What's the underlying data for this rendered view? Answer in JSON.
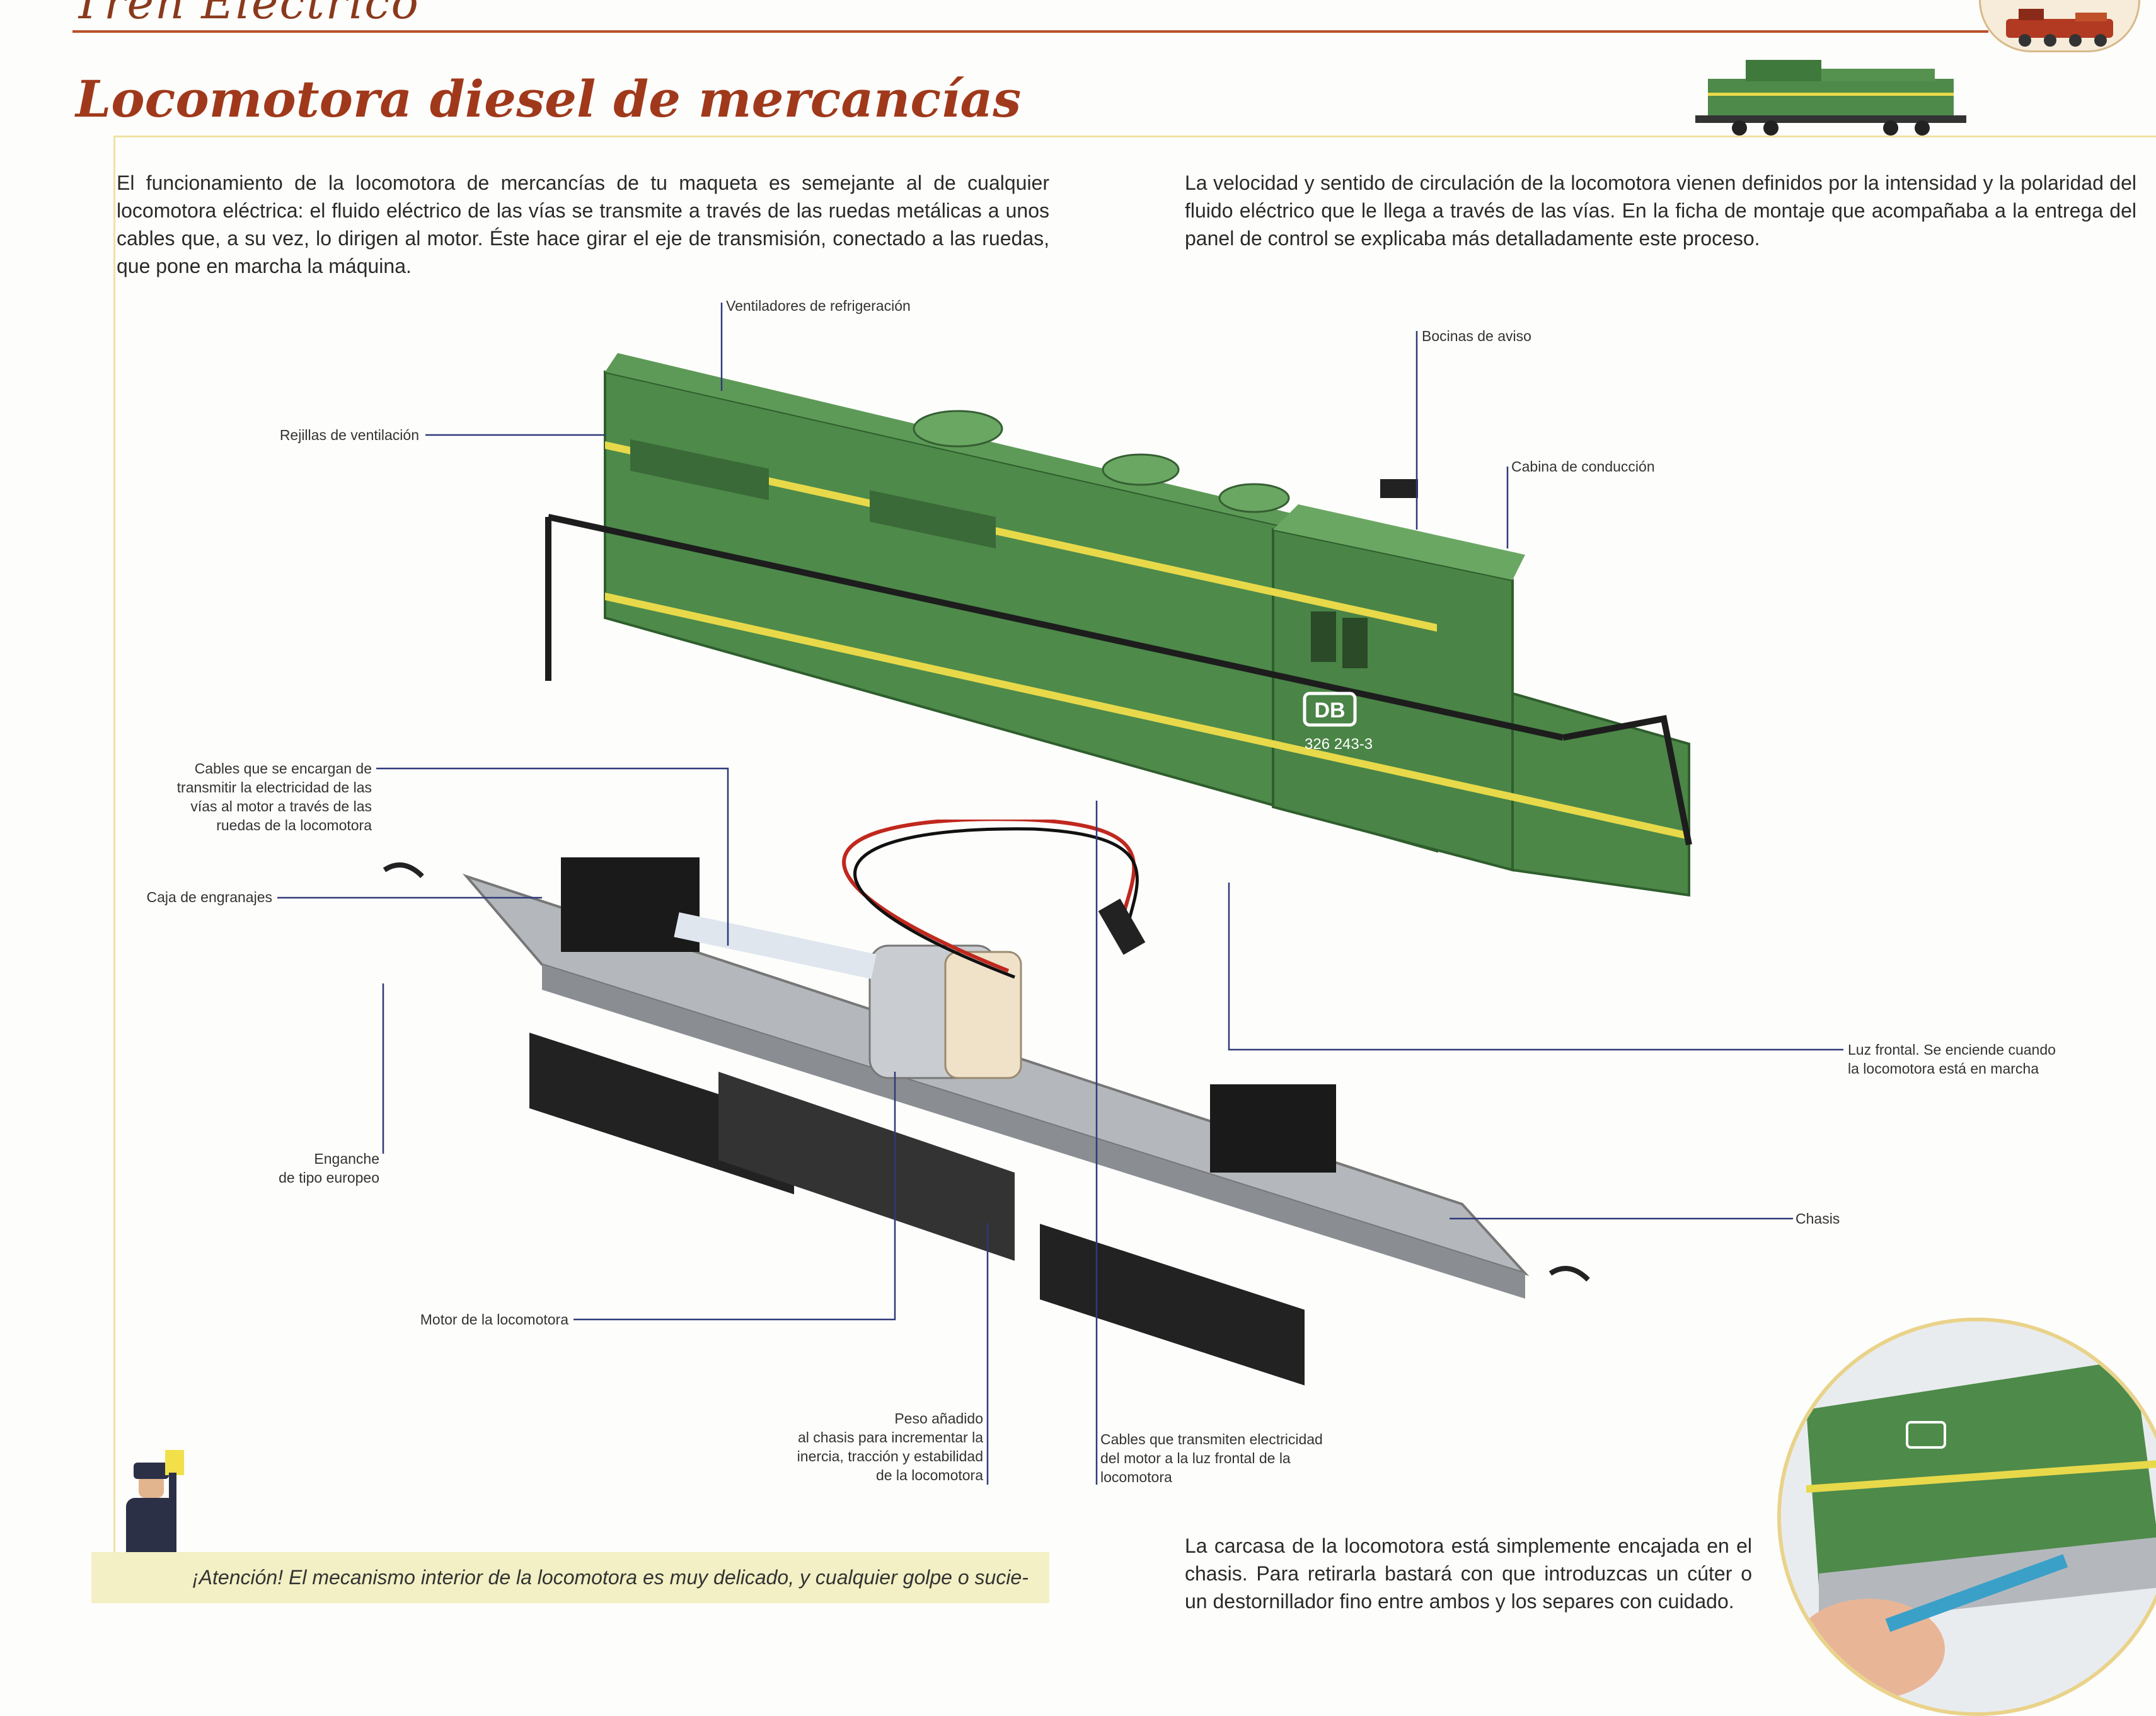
{
  "header": {
    "brand": "Tren Eléctrico",
    "title": "Locomotora diesel de mercancías"
  },
  "intro": {
    "left": "El funcionamiento de la locomotora de mercancías de tu maqueta es semejante al de cualquier locomotora eléctrica: el fluido eléctrico de las vías se transmite a través de las ruedas metálicas a unos cables que, a su vez, lo dirigen al motor. Éste hace girar el eje de transmisión, conectado a las ruedas, que pone en marcha la máquina.",
    "right": "La velocidad y sentido de circulación de la locomotora vienen definidos por la intensidad y la polaridad del fluido eléctrico que le llega a través de las vías. En la ficha de montaje que acompañaba a la entrega del panel de control se explicaba más detalladamente este proceso."
  },
  "labels": {
    "ventiladores": "Ventiladores de refrigeración",
    "rejillas": "Rejillas de ventilación",
    "bocinas": "Bocinas de aviso",
    "cabina": "Cabina de conducción",
    "cables_motor_1": "Cables que se encargan de",
    "cables_motor_2": "transmitir la electricidad de las",
    "cables_motor_3": "vías al motor a través de las",
    "cables_motor_4": "ruedas de la locomotora",
    "caja": "Caja de engranajes",
    "luz_1": "Luz frontal. Se enciende cuando",
    "luz_2": "la locomotora está en marcha",
    "enganche_1": "Enganche",
    "enganche_2": "de tipo europeo",
    "chasis": "Chasis",
    "motor": "Motor de la locomotora",
    "peso_1": "Peso añadido",
    "peso_2": "al chasis para incrementar la",
    "peso_3": "inercia, tracción y estabilidad",
    "peso_4": "de la locomotora",
    "cables_luz_1": "Cables que transmiten electricidad",
    "cables_luz_2": "del motor a la luz frontal de la",
    "cables_luz_3": "locomotora"
  },
  "loco_marking": {
    "logo": "DB",
    "number": "326 243-3"
  },
  "footer": {
    "attention": "¡Atención! El mecanismo interior de la locomotora es muy delicado, y cualquier golpe o sucie-",
    "carcasa": "La carcasa de la locomotora está simplemente encajada en el chasis. Para retirarla bastará con que introduzcas un cúter o un destornillador fino entre ambos y los separes con cuidado."
  },
  "colors": {
    "accent": "#a0391b",
    "loco_green": "#4e8a4a",
    "stripe_yellow": "#e8d94a",
    "chassis_grey": "#b4b8bd"
  }
}
